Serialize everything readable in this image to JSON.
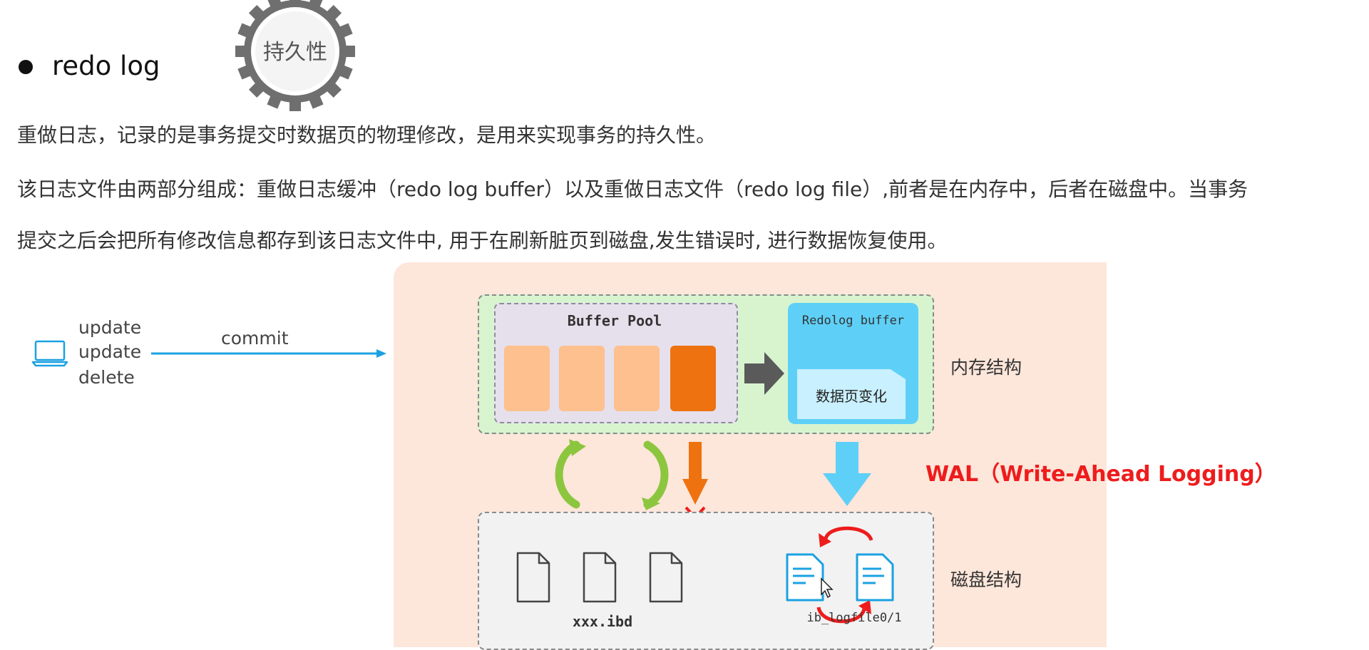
{
  "heading": {
    "title": "redo log",
    "badge": "持久性"
  },
  "paragraphs": [
    "重做日志，记录的是事务提交时数据页的物理修改，是用来实现事务的持久性。",
    "该日志文件由两部分组成：重做日志缓冲（redo log buffer）以及重做日志文件（redo log file）,前者是在内存中，后者在磁盘中。当事务",
    "提交之后会把所有修改信息都存到该日志文件中, 用于在刷新脏页到磁盘,发生错误时, 进行数据恢复使用。"
  ],
  "client": {
    "operations": [
      "update",
      "update",
      "delete"
    ],
    "commit_label": "commit"
  },
  "diagram": {
    "buffer_pool_title": "Buffer Pool",
    "redolog_buffer_title": "Redolog buffer",
    "redolog_inner_label": "数据页变化",
    "memory_label": "内存结构",
    "disk_label": "磁盘结构",
    "wal_label": "WAL（Write-Ahead Logging）",
    "ibd_label": "xxx.ibd",
    "logfile_label": "ib_logfile0/1"
  },
  "colors": {
    "accent_blue": "#1ba1e2",
    "wal_red": "#ee1c1c",
    "page_orange": "#fdc08e",
    "page_dark_orange": "#ee720f",
    "memory_green": "#d7f4cf",
    "redolog_blue": "#5ed0f7"
  }
}
